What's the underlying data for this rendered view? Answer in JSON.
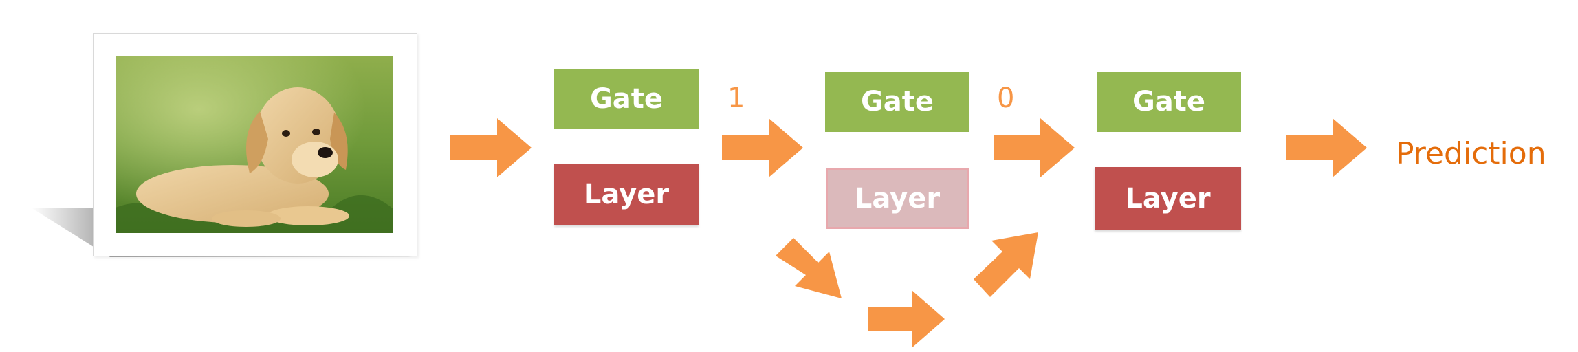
{
  "colors": {
    "gate": "#94b851",
    "layer": "#c0504e",
    "layer_skipped": "#dbb9bb",
    "arrow": "#f79646",
    "prediction_text": "#e46c0a"
  },
  "input_image": {
    "icon": "puppy-photo",
    "description_visible": false
  },
  "blocks": [
    {
      "gate_label": "Gate",
      "layer_label": "Layer",
      "layer_state": "active"
    },
    {
      "gate_label": "Gate",
      "layer_label": "Layer",
      "layer_state": "skipped"
    },
    {
      "gate_label": "Gate",
      "layer_label": "Layer",
      "layer_state": "active"
    }
  ],
  "gate_values": [
    "1",
    "0"
  ],
  "output": {
    "label": "Prediction"
  }
}
